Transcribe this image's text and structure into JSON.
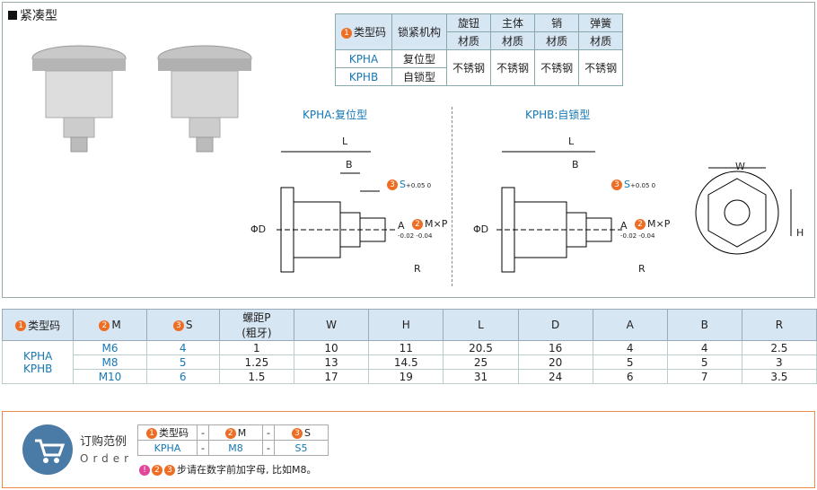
{
  "title": "紧凑型",
  "material_table": {
    "headers": [
      "类型码",
      "锁紧机构",
      "旋钮",
      "主体",
      "销",
      "弹簧"
    ],
    "subheaders": [
      "材质",
      "材质",
      "材质",
      "材质"
    ],
    "rows": [
      {
        "code": "KPHA",
        "mechanism": "复位型"
      },
      {
        "code": "KPHB",
        "mechanism": "自锁型"
      }
    ],
    "materials": [
      "不锈钢",
      "不锈钢",
      "不锈钢",
      "不锈钢"
    ]
  },
  "drawing": {
    "kpha_title": "KPHA:复位型",
    "kphb_title": "KPHB:自锁型",
    "L": "L",
    "B": "B",
    "S": "S",
    "tol": "+0.05 0",
    "D": "ΦD",
    "MP": "M×P",
    "A": "A",
    "A_tol": "-0.02 -0.04",
    "R": "R",
    "W": "W",
    "H": "H"
  },
  "dim_table": {
    "headers": [
      "类型码",
      "M",
      "S",
      "螺距P",
      "(粗牙)",
      "W",
      "H",
      "L",
      "D",
      "A",
      "B",
      "R"
    ],
    "codes": [
      "KPHA",
      "KPHB"
    ],
    "rows": [
      [
        "M6",
        "4",
        "1",
        "10",
        "11",
        "20.5",
        "16",
        "4",
        "4",
        "2.5"
      ],
      [
        "M8",
        "5",
        "1.25",
        "13",
        "14.5",
        "25",
        "20",
        "5",
        "5",
        "3"
      ],
      [
        "M10",
        "6",
        "1.5",
        "17",
        "19",
        "31",
        "24",
        "6",
        "7",
        "3.5"
      ]
    ]
  },
  "order": {
    "label_cn": "订购范例",
    "label_en": "Order",
    "headers": [
      "类型码",
      "-",
      "M",
      "-",
      "S"
    ],
    "values": [
      "KPHA",
      "-",
      "M8",
      "-",
      "S5"
    ],
    "note": "步请在数字前加字母, 比如M8。",
    "nums": [
      "1",
      "2",
      "3"
    ]
  },
  "colors": {
    "accent": "#ee6d22",
    "header": "#d7e6f3",
    "code": "#1678b4"
  }
}
